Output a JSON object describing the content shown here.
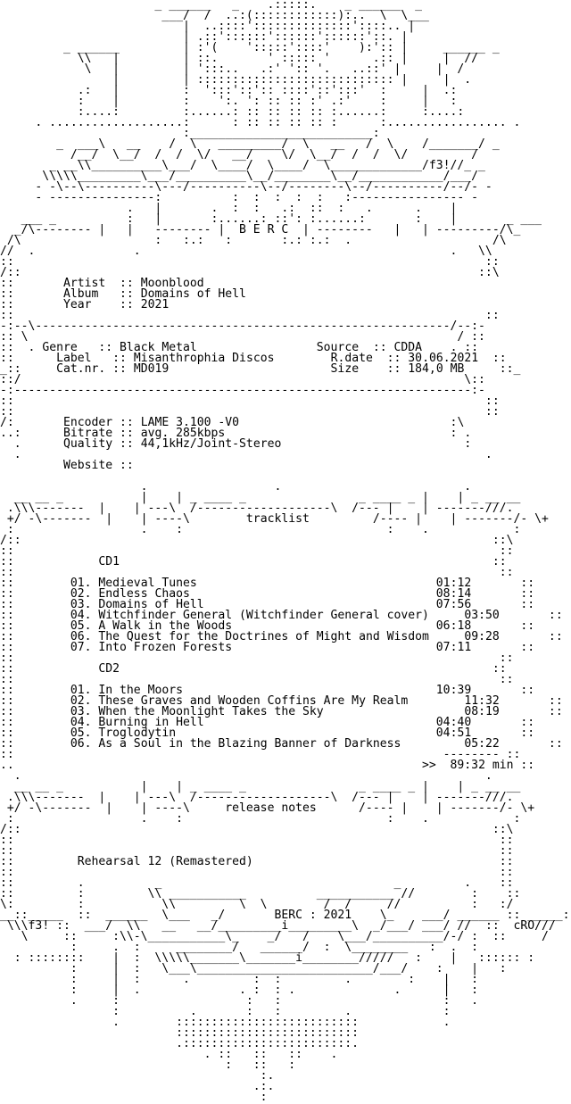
{
  "header": {
    "group": "B E R C",
    "signature": "f3!"
  },
  "info": {
    "artist_label": "Artist",
    "artist": "Moonblood",
    "album_label": "Album",
    "album": "Domains of Hell",
    "year_label": "Year",
    "year": "2021",
    "genre_label": "Genre",
    "genre": "Black Metal",
    "label_label": "Label",
    "label": "Misanthrophia Discos",
    "catnr_label": "Cat.nr.",
    "catnr": "MD019",
    "source_label": "Source",
    "source": "CDDA",
    "rdate_label": "R.date",
    "rdate": "30.06.2021",
    "size_label": "Size",
    "size": "184,0 MB",
    "encoder_label": "Encoder",
    "encoder": "LAME 3.100 -V0",
    "bitrate_label": "Bitrate",
    "bitrate": "avg. 285kbps",
    "quality_label": "Quality",
    "quality": "44,1kHz/Joint-Stereo",
    "website_label": "Website",
    "website": ""
  },
  "tracklist": {
    "title": "tracklist",
    "cd1_label": "CD1",
    "cd1": [
      {
        "num": "01.",
        "title": "Medieval Tunes",
        "time": "01:12"
      },
      {
        "num": "02.",
        "title": "Endless Chaos",
        "time": "08:14"
      },
      {
        "num": "03.",
        "title": "Domains of Hell",
        "time": "07:56"
      },
      {
        "num": "04.",
        "title": "Witchfinder General (Witchfinder General cover)",
        "time": "03:50"
      },
      {
        "num": "05.",
        "title": "A Walk in the Woods",
        "time": "06:18"
      },
      {
        "num": "06.",
        "title": "The Quest for the Doctrines of Might and Wisdom",
        "time": "09:28"
      },
      {
        "num": "07.",
        "title": "Into Frozen Forests",
        "time": "07:11"
      }
    ],
    "cd2_label": "CD2",
    "cd2": [
      {
        "num": "01.",
        "title": "In the Moors",
        "time": "10:39"
      },
      {
        "num": "02.",
        "title": "These Graves and Wooden Coffins Are My Realm",
        "time": "11:32"
      },
      {
        "num": "03.",
        "title": "When the Moonlight Takes the Sky",
        "time": "08:19"
      },
      {
        "num": "04.",
        "title": "Burning in Hell",
        "time": "04:40"
      },
      {
        "num": "05.",
        "title": "Troglodytin",
        "time": "04:51"
      },
      {
        "num": "06.",
        "title": "As a Soul in the Blazing Banner of Darkness",
        "time": "05:22"
      }
    ],
    "total": "89:32 min"
  },
  "notes": {
    "title": "release notes",
    "text": "Rehearsal 12 (Remastered)"
  },
  "footer": {
    "credit": "BERC : 2021",
    "sig_left": "f3!",
    "sig_right": "cRO"
  }
}
